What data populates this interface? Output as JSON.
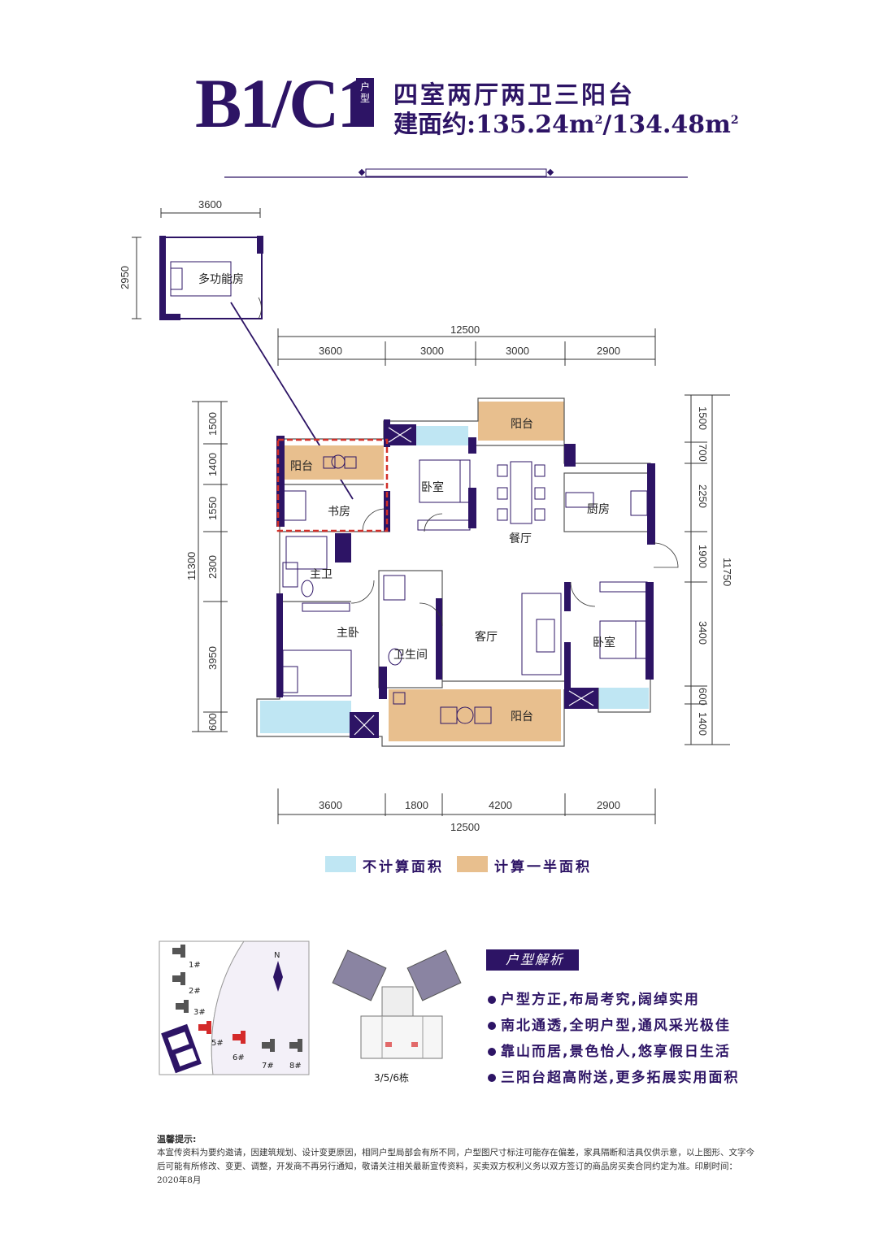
{
  "header": {
    "unit_code": "B1/C1",
    "badge_line1": "户",
    "badge_line2": "型",
    "layout_title": "四室两厅两卫三阳台",
    "area_prefix": "建面约:135.24m",
    "area_sup1": "2",
    "area_middle": "/134.48m",
    "area_sup2": "2"
  },
  "rooms": {
    "multi_room": "多功能房",
    "balcony_study": "阳台",
    "study": "书房",
    "bedroom_n": "卧室",
    "balcony_top": "阳台",
    "kitchen": "厨房",
    "dining": "餐厅",
    "master_bath": "主卫",
    "master_bedroom": "主卧",
    "bathroom": "卫生间",
    "living": "客厅",
    "bedroom_s": "卧室",
    "balcony_bottom": "阳台"
  },
  "dimensions": {
    "multi_width": "3600",
    "multi_depth": "2950",
    "top_total": "12500",
    "top_segments": [
      "3600",
      "3000",
      "3000",
      "2900"
    ],
    "bottom_segments": [
      "3600",
      "1800",
      "4200",
      "2900"
    ],
    "bottom_total": "12500",
    "left_total": "11300",
    "left_segments": [
      "1500",
      "1400",
      "1550",
      "2300",
      "3950",
      "600"
    ],
    "right_total": "11750",
    "right_segments": [
      "1500",
      "700",
      "2250",
      "1900",
      "3400",
      "600",
      "1400"
    ]
  },
  "legend": {
    "items": [
      {
        "label": "不计算面积",
        "color": "#bfe6f3"
      },
      {
        "label": "计算一半面积",
        "color": "#e8bf8e"
      }
    ]
  },
  "site_map": {
    "north": "N",
    "buildings": [
      "1#",
      "2#",
      "3#",
      "5#",
      "6#",
      "7#",
      "8#"
    ],
    "building_caption": "3/5/6栋"
  },
  "analysis": {
    "heading": "户型解析",
    "items": [
      "户型方正,布局考究,阔绰实用",
      "南北通透,全明户型,通风采光极佳",
      "靠山而居,景色怡人,悠享假日生活",
      "三阳台超高附送,更多拓展实用面积"
    ]
  },
  "notice": {
    "title": "温馨提示:",
    "body": "本宣传资料为要约邀请，因建筑规划、设计变更原因，相同户型局部会有所不同，户型图尺寸标注可能存在偏差，家具隔断和洁具仅供示意，以上图形、文字今后可能有所修改、变更、调整，开发商不再另行通知，敬请关注相关最新宣传资料，买卖双方权利义务以双方签订的商品房买卖合同约定为准。印刷时间：2020年8月"
  },
  "colors": {
    "brand": "#2d1465",
    "half_area": "#e8bf8e",
    "no_area": "#bfe6f3"
  }
}
